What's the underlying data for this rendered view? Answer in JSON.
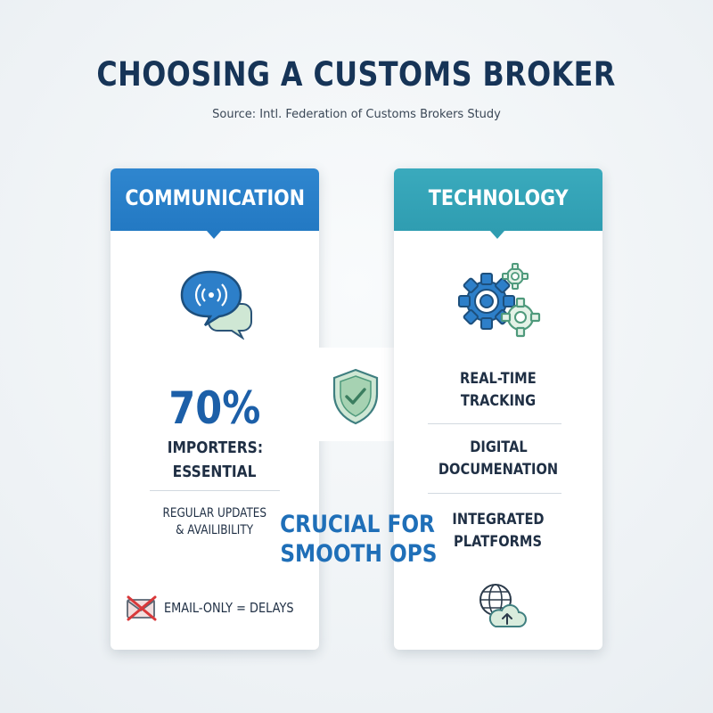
{
  "title": "CHOOSING A CUSTOMS BROKER",
  "source": "Source: Intl. Federation of Customs Brokers Study",
  "left_card": {
    "heading": "COMMUNICATION",
    "icon": "chat-bubbles-icon",
    "stat": "70%",
    "stat_label_line1": "IMPORTERS:",
    "stat_label_line2": "ESSENTIAL",
    "detail_line1": "REGULAR UPDATES",
    "detail_line2": "& AVAILIBILITY",
    "warning_icon": "crossed-envelope-icon",
    "warning": "EMAIL-ONLY = DELAYS"
  },
  "center": {
    "icon": "shield-check-icon",
    "caption_line1": "CRUCIAL FOR",
    "caption_line2": "SMOOTH OPS"
  },
  "right_card": {
    "heading": "TECHNOLOGY",
    "icon": "gears-icon",
    "features": [
      {
        "line1": "REAL-TIME",
        "line2": "TRACKING"
      },
      {
        "line1": "DIGITAL",
        "line2": "DOCUMENATION"
      },
      {
        "line1": "INTEGRATED",
        "line2": "PLATFORMS"
      }
    ],
    "bottom_icon": "globe-cloud-upload-icon"
  },
  "colors": {
    "title": "#163457",
    "communication": "#2379c3",
    "technology": "#2f9db1",
    "accent_green": "#5fa97b",
    "alert_red": "#d9383a"
  }
}
